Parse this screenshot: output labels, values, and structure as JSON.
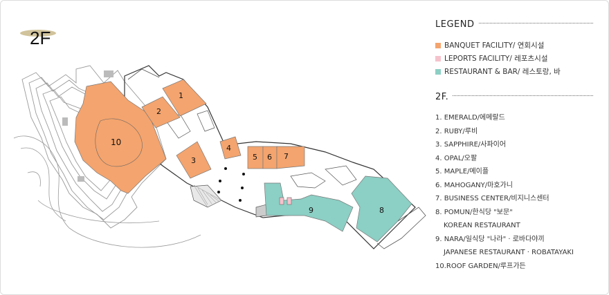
{
  "floor_label": "2F",
  "legend": {
    "title": "LEGEND",
    "items": [
      {
        "label": "BANQUET FACILITY/  연회시설",
        "color": "#f4a46e"
      },
      {
        "label": "LEPORTS FACILITY/  레포츠시설",
        "color": "#f5c2cc"
      },
      {
        "label": "RESTAURANT & BAR/ 레스토랑, 바",
        "color": "#8ccfc4"
      }
    ]
  },
  "floor_section": {
    "title": "2F.",
    "items": [
      "1. EMERALD/에메랄드",
      "2. RUBY/루비",
      "3. SAPPHIRE/사파이어",
      "4. OPAL/오팔",
      "5. MAPLE/메이플",
      "6. MAHOGANY/마호가니",
      "7. BUSINESS CENTER/비지니스센터",
      "8. POMUN/한식당 \"보문\"",
      "KOREAN RESTAURANT",
      "9. NARA/일식당 \"나라\" · 로바다야끼",
      "JAPANESE RESTAURANT · ROBATAYAKI",
      "10.ROOF GARDEN/루프가든"
    ]
  },
  "map_labels": {
    "room1": "1",
    "room2": "2",
    "room3": "3",
    "room4": "4",
    "room5": "5",
    "room6": "6",
    "room7": "7",
    "room8": "8",
    "room9": "9",
    "room10": "10"
  }
}
